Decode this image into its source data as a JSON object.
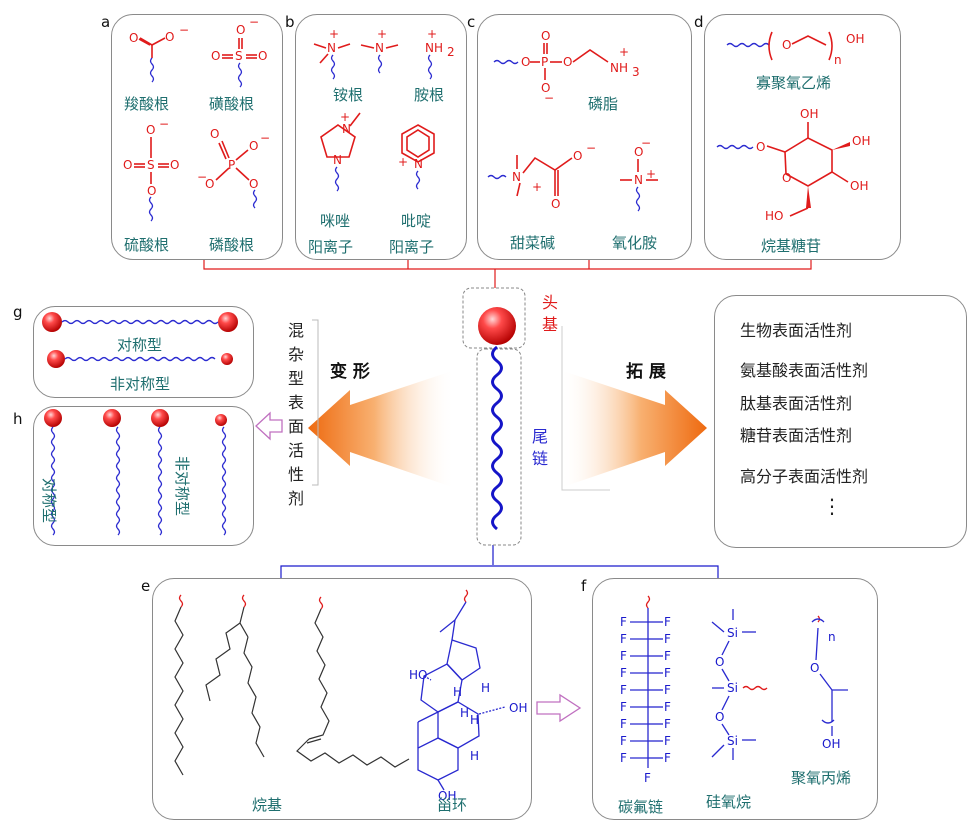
{
  "panels": {
    "a": {
      "letter": "a",
      "items": [
        "羧酸根",
        "磺酸根",
        "硫酸根",
        "磷酸根"
      ]
    },
    "b": {
      "letter": "b",
      "items": [
        "铵根",
        "胺根",
        "咪唑",
        "阳离子",
        "吡啶",
        "阳离子"
      ]
    },
    "c": {
      "letter": "c",
      "items": [
        "磷脂",
        "甜菜碱",
        "氧化胺"
      ]
    },
    "d": {
      "letter": "d",
      "items": [
        "寡聚氧乙烯",
        "烷基糖苷"
      ]
    },
    "e": {
      "letter": "e",
      "items": [
        "烷基",
        "甾环"
      ]
    },
    "f": {
      "letter": "f",
      "items": [
        "碳氟链",
        "硅氧烷",
        "聚氧丙烯"
      ]
    },
    "g": {
      "letter": "g",
      "items": [
        "对称型",
        "非对称型"
      ]
    },
    "h": {
      "letter": "h",
      "items": [
        "对称型",
        "非对称型"
      ]
    }
  },
  "center": {
    "head_label": "头基",
    "tail_label": "尾链",
    "left_arrow_label": "变 形",
    "right_arrow_label": "拓 展",
    "mixed_label": "混杂型表面活性剂"
  },
  "extensions": [
    "生物表面活性剂",
    "氨基酸表面活性剂",
    "肽基表面活性剂",
    "糖苷表面活性剂",
    "高分子表面活性剂",
    "⋮"
  ],
  "chem": {
    "oh": "OH",
    "ho": "HO",
    "h": "H",
    "o": "O",
    "p": "P",
    "s": "S",
    "n": "N",
    "si": "Si",
    "f": "F",
    "nh2": "NH",
    "nh3": "NH",
    "sub2": "2",
    "sub3": "3",
    "sub_n": "n",
    "minus": "−",
    "plus": "+"
  },
  "colors": {
    "head": "#e01b1b",
    "tail": "#1a1acc",
    "arrow": "#f07a1e",
    "text_teal": "#1f6f6f"
  }
}
